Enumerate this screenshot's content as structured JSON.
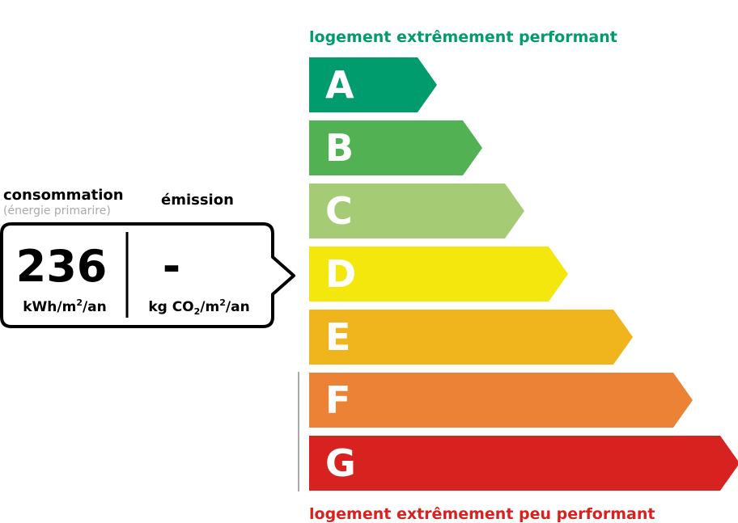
{
  "header": {
    "top_label": "logement extrêmement performant",
    "top_color": "#009c6d",
    "bottom_label": "logement extrêmement peu performant",
    "bottom_color": "#d7221f"
  },
  "classes": [
    {
      "letter": "A",
      "color": "#009c6d"
    },
    {
      "letter": "B",
      "color": "#52b153"
    },
    {
      "letter": "C",
      "color": "#a5cc74"
    },
    {
      "letter": "D",
      "color": "#f3e70d"
    },
    {
      "letter": "E",
      "color": "#f0b41c"
    },
    {
      "letter": "F",
      "color": "#eb8235"
    },
    {
      "letter": "G",
      "color": "#d7221f"
    }
  ],
  "current_class": "D",
  "consumption": {
    "label": "consommation",
    "sublabel": "(énergie primarire)",
    "value": "236",
    "unit_prefix": "kWh/m",
    "unit_exp": "2",
    "unit_suffix": "/an"
  },
  "emission": {
    "label": "émission",
    "value": "-",
    "unit_prefix": "kg CO",
    "unit_sub": "2",
    "unit_mid": "/m",
    "unit_exp": "2",
    "unit_suffix": "/an"
  }
}
